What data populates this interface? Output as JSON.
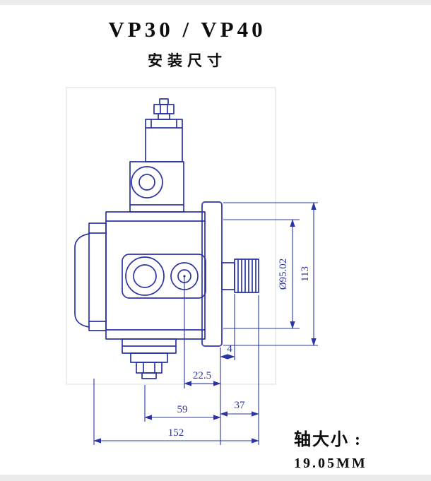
{
  "page": {
    "title": "VP30 / VP40",
    "subtitle": "安装尺寸"
  },
  "drawing": {
    "line_color": "#2b34a4",
    "dimensions": {
      "flange_pilot_diameter": "Ø95.02",
      "overall_height": "113",
      "shaft_step": "4",
      "port_offset": "22.5",
      "axis_to_flange": "59",
      "shaft_length": "37",
      "overall_length": "152"
    }
  },
  "footer": {
    "shaft_size_label": "轴大小 :",
    "shaft_size_value": "19.05MM"
  }
}
